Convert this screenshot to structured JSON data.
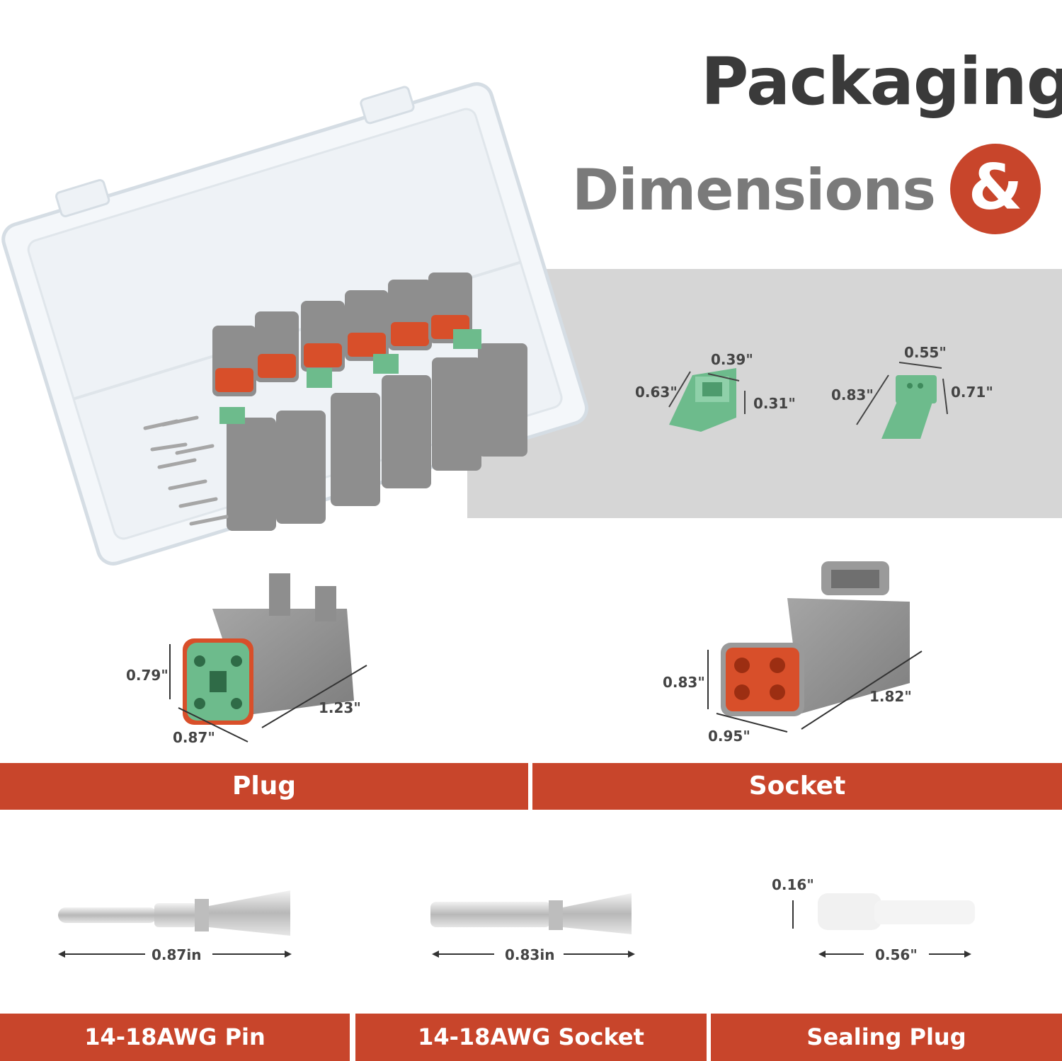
{
  "headline": {
    "packaging": "Packaging",
    "dimensions": "Dimensions",
    "ampersand": "&"
  },
  "colors": {
    "accent": "#c8452b",
    "band_gray": "#d6d6d6",
    "connector_gray": "#8e8e8e",
    "seal_green": "#6dbb8c",
    "seal_orange": "#e0552e"
  },
  "wedges": {
    "wedge_a": {
      "width": "0.39\"",
      "length": "0.63\"",
      "height": "0.31\""
    },
    "wedge_b": {
      "width": "0.55\"",
      "length": "0.83\"",
      "height": "0.71\""
    }
  },
  "connectors": {
    "plug": {
      "height": "0.79\"",
      "width": "0.87\"",
      "length": "1.23\""
    },
    "socket": {
      "height": "0.83\"",
      "width": "0.95\"",
      "length": "1.82\""
    }
  },
  "labels_mid": {
    "plug": "Plug",
    "socket": "Socket"
  },
  "terminals": {
    "pin": {
      "length": "0.87in"
    },
    "socket": {
      "length": "0.83in"
    },
    "sealing_plug": {
      "diameter": "0.16\"",
      "length": "0.56\""
    }
  },
  "labels_bottom": {
    "pin": "14-18AWG Pin",
    "socket": "14-18AWG Socket",
    "sealing_plug": "Sealing Plug"
  }
}
